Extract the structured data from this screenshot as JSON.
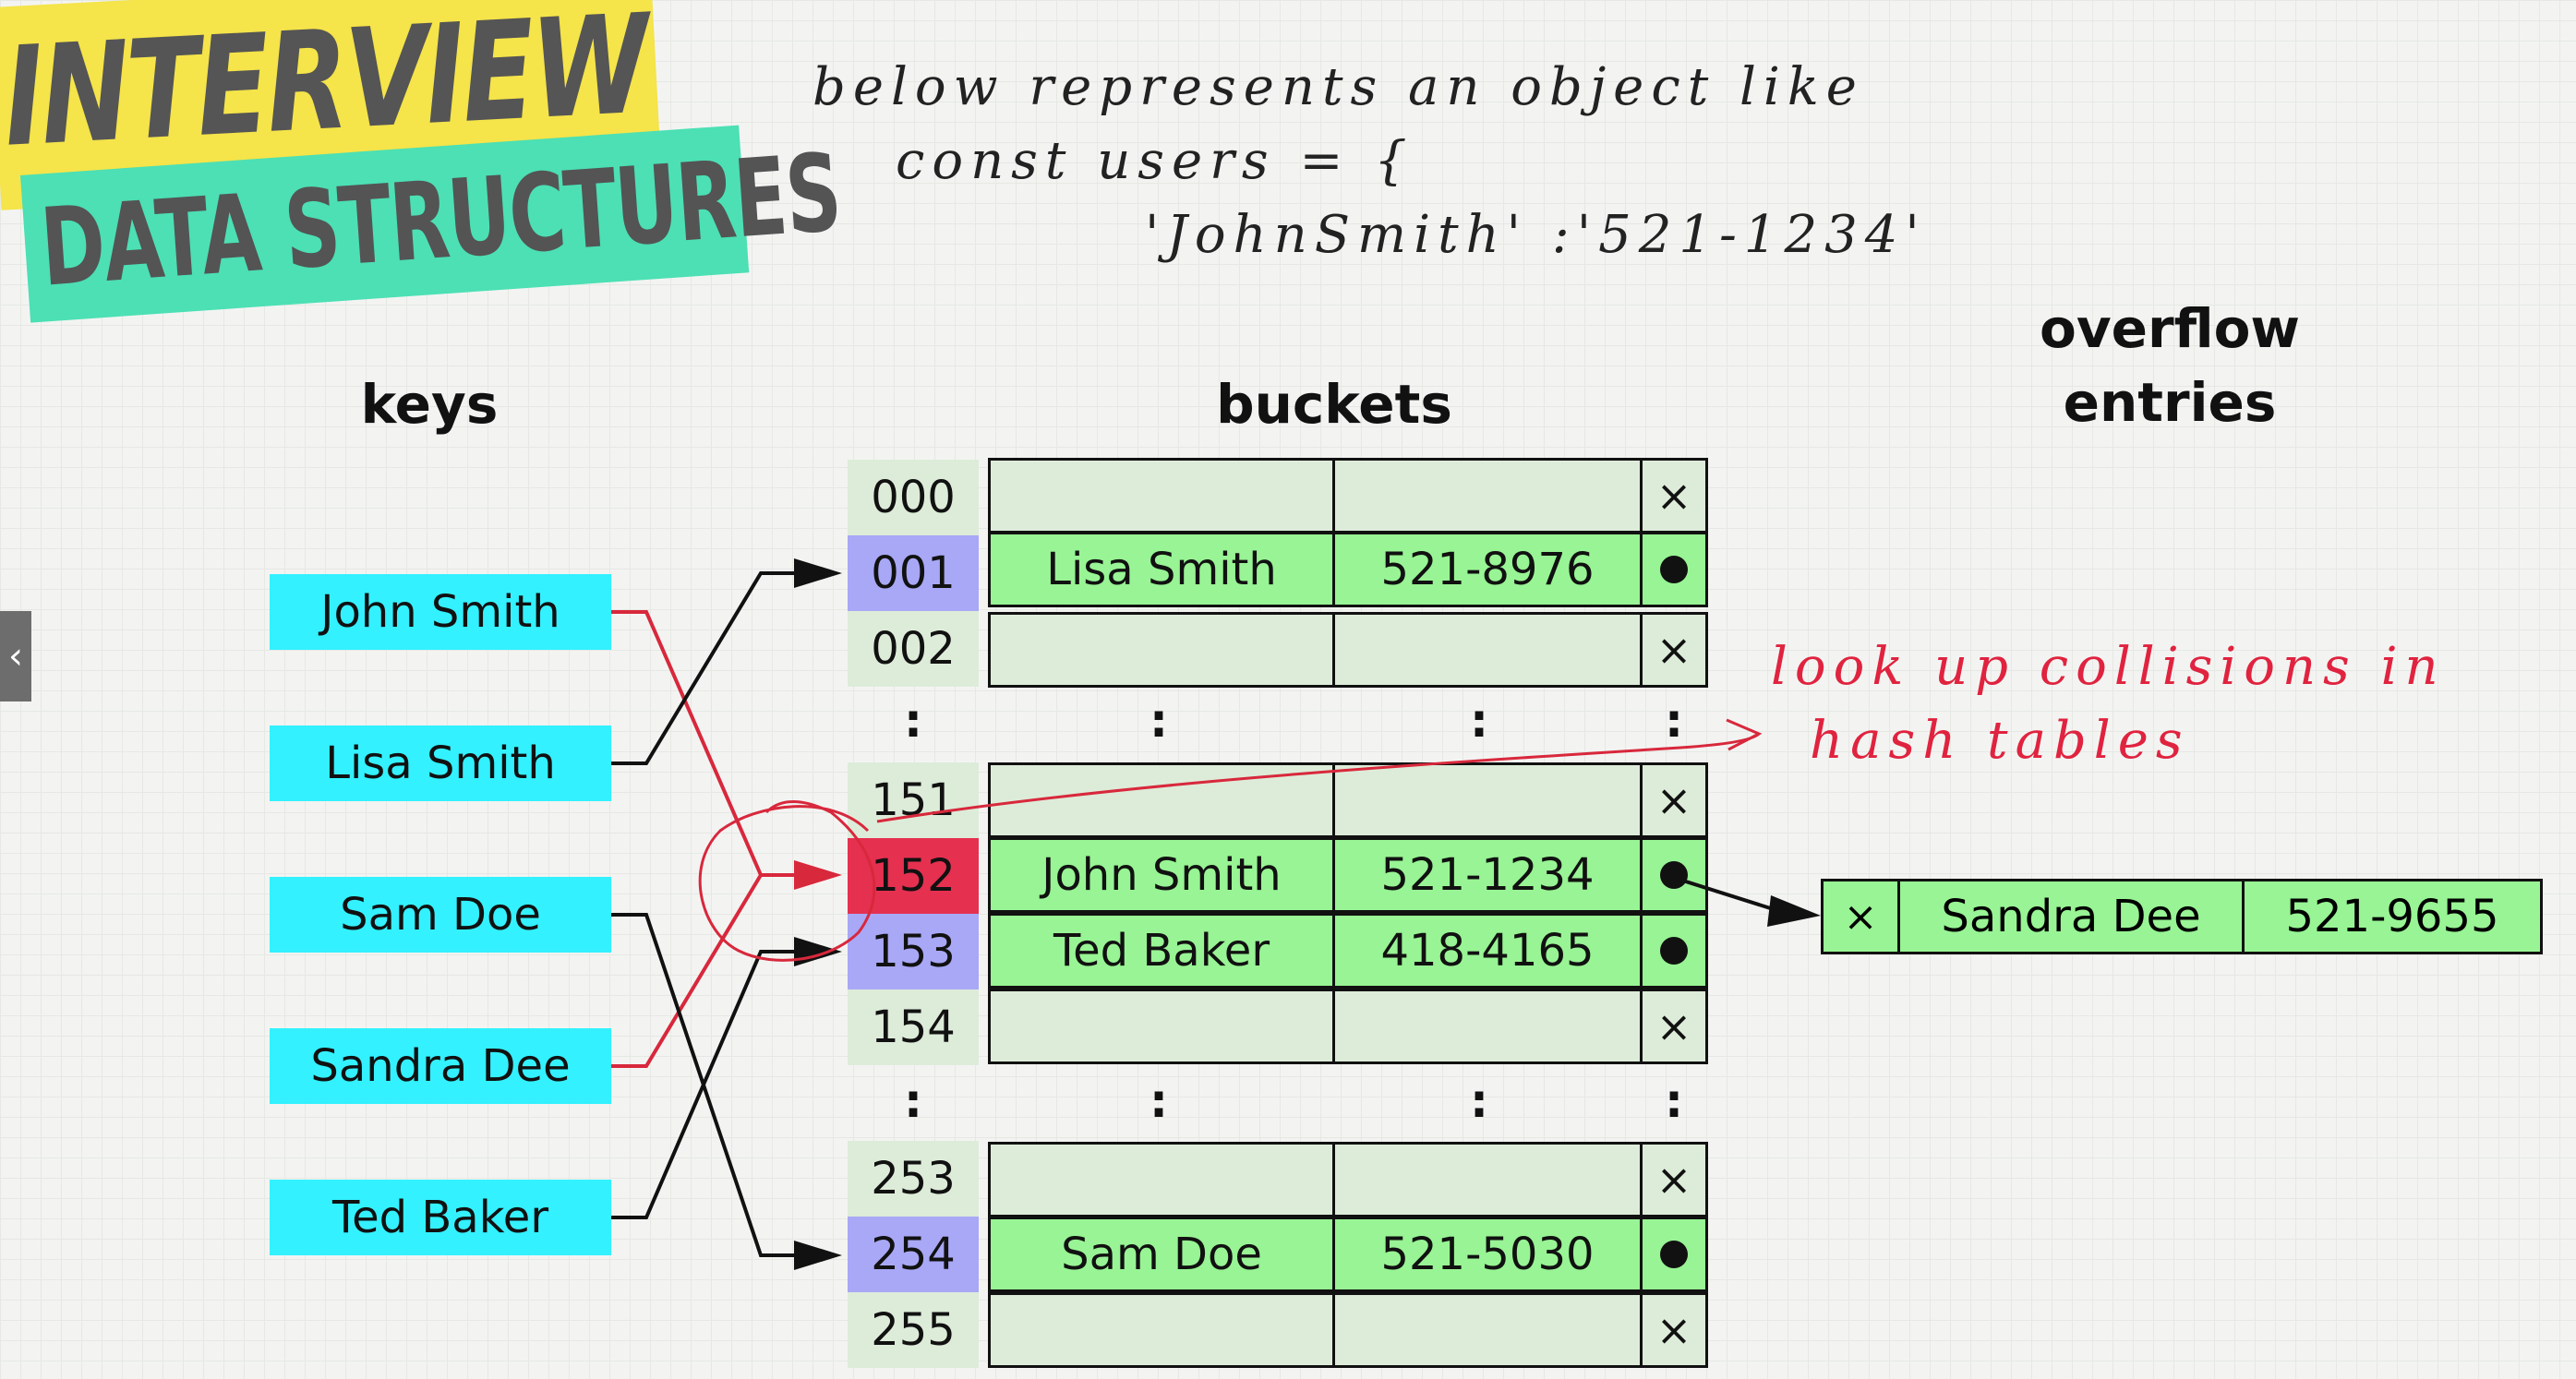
{
  "logo": {
    "line1": "INTERVIEW",
    "line2": "DATA STRUCTURES"
  },
  "notes": {
    "line1": "below represents an object like",
    "line2": "const users = {",
    "line3": "'JohnSmith' :'521-1234'",
    "annotation_line1": "look up collisions in",
    "annotation_line2": "hash tables"
  },
  "headings": {
    "keys": "keys",
    "buckets": "buckets",
    "overflow_line1": "overflow",
    "overflow_line2": "entries"
  },
  "keys": [
    "John Smith",
    "Lisa Smith",
    "Sam Doe",
    "Sandra Dee",
    "Ted Baker"
  ],
  "buckets": [
    {
      "index": "000",
      "name": "",
      "phone": "",
      "pointer": "×",
      "state": "default"
    },
    {
      "index": "001",
      "name": "Lisa Smith",
      "phone": "521-8976",
      "pointer": "dot",
      "state": "used"
    },
    {
      "index": "002",
      "name": "",
      "phone": "",
      "pointer": "×",
      "state": "default"
    },
    {
      "index": "151",
      "name": "",
      "phone": "",
      "pointer": "×",
      "state": "default"
    },
    {
      "index": "152",
      "name": "John Smith",
      "phone": "521-1234",
      "pointer": "dot",
      "state": "collision"
    },
    {
      "index": "153",
      "name": "Ted Baker",
      "phone": "418-4165",
      "pointer": "dot",
      "state": "used"
    },
    {
      "index": "154",
      "name": "",
      "phone": "",
      "pointer": "×",
      "state": "default"
    },
    {
      "index": "253",
      "name": "",
      "phone": "",
      "pointer": "×",
      "state": "default"
    },
    {
      "index": "254",
      "name": "Sam Doe",
      "phone": "521-5030",
      "pointer": "dot",
      "state": "used"
    },
    {
      "index": "255",
      "name": "",
      "phone": "",
      "pointer": "×",
      "state": "default"
    }
  ],
  "ellipsis": ":",
  "overflow": {
    "pointer": "×",
    "name": "Sandra Dee",
    "phone": "521-9655"
  },
  "side_tab_icon": "‹",
  "colors": {
    "key_bg": "#33f1ff",
    "bucket_filled": "#98f494",
    "bucket_empty": "#ddecd9",
    "index_used": "#a8a8f6",
    "index_collision": "#e53050",
    "annotation": "#e0233f",
    "logo_yellow": "#f5e44a",
    "logo_green": "#4ce0b4"
  }
}
